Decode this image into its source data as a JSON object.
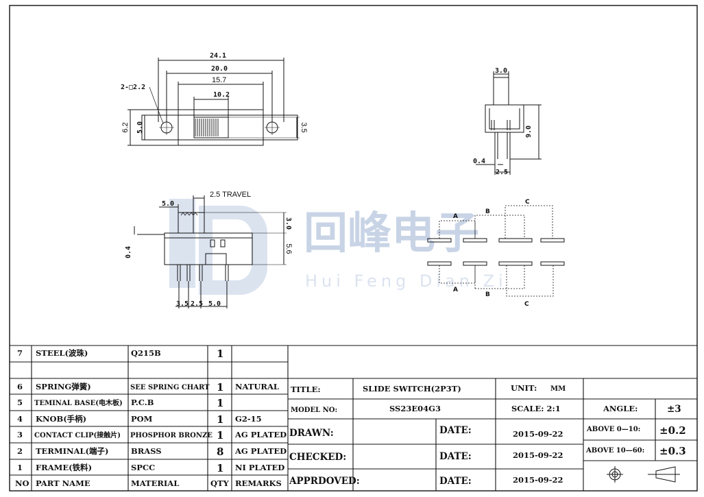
{
  "watermark": {
    "cn": "回峰电子",
    "en": "Hui Feng Dian Zi"
  },
  "top_view": {
    "d_total": "24.1",
    "d_holes": "20.0",
    "d_body": "15.7",
    "d_slot": "10.2",
    "d_hole_dia": "2-□2.2",
    "d_height": "6.2",
    "d_height_inner": "5.0",
    "d_knob": "3.5"
  },
  "side_view": {
    "d_width": "3.0",
    "d_height": "9.0",
    "d_pin": "0.4",
    "d_pitch": "2.5"
  },
  "front_view": {
    "travel": "2.5 TRAVEL",
    "d_knob_len": "5.0",
    "d_knob_h": "3.0",
    "d_body_h": "5.6",
    "d_pin": "0.4",
    "d_p1": "3.5",
    "d_p2": "2.5",
    "d_p3": "5.0"
  },
  "schematic": {
    "label_a": "A",
    "label_b": "B",
    "label_c": "C"
  },
  "bom": {
    "headers": [
      "NO",
      "PART NAME",
      "MATERIAL",
      "QTY",
      "REMARKS"
    ],
    "rows": [
      {
        "no": "7",
        "name": "STEEL(波珠)",
        "material": "Q215B",
        "qty": "1",
        "remarks": ""
      },
      {
        "no": "6",
        "name": "SPRING弹簧)",
        "material": "SEE SPRING CHART",
        "qty": "1",
        "remarks": "NATURAL"
      },
      {
        "no": "5",
        "name": "TEMINAL BASE(电木板)",
        "material": "P.C.B",
        "qty": "1",
        "remarks": ""
      },
      {
        "no": "4",
        "name": "KNOB(手柄)",
        "material": "POM",
        "qty": "1",
        "remarks": "G2-15"
      },
      {
        "no": "3",
        "name": "CONTACT CLIP(接触片)",
        "material": "PHOSPHOR BRONZE",
        "qty": "1",
        "remarks": "AG PLATED"
      },
      {
        "no": "2",
        "name": "TERMINAL(端子)",
        "material": "BRASS",
        "qty": "8",
        "remarks": "AG PLATED"
      },
      {
        "no": "1",
        "name": "FRAME(铁料)",
        "material": "SPCC",
        "qty": "1",
        "remarks": "NI PLATED"
      }
    ]
  },
  "title_block": {
    "title_label": "TITLE:",
    "title_value": "SLIDE SWITCH(2P3T)",
    "unit_label": "UNIT:",
    "unit_value": "MM",
    "model_label": "MODEL  NO:",
    "model_value": "SS23E04G3",
    "scale_label": "SCALE: 2:1",
    "drawn_label": "DRAWN:",
    "checked_label": "CHECKED:",
    "approved_label": "APPRDOVED:",
    "date_label": "DATE:",
    "drawn_date": "2015-09-22",
    "checked_date": "2015-09-22",
    "approved_date": "2015-09-22"
  },
  "tolerance": {
    "angle_label": "ANGLE:",
    "angle_value": "±3",
    "r1_label": "ABOVE 0—10:",
    "r1_value": "±0.2",
    "r2_label": "ABOVE 10—60:",
    "r2_value": "±0.3"
  }
}
